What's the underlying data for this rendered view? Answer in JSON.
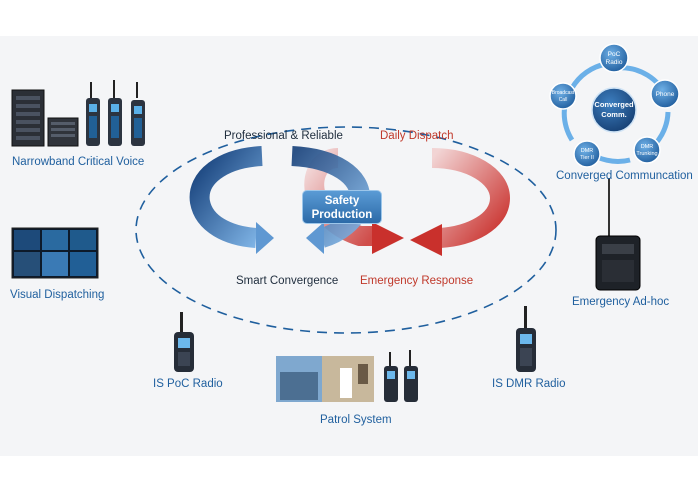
{
  "cycle": {
    "top_left": "Professional & Reliable",
    "top_right": "Daily Dispatch",
    "bottom_left": "Smart Convergence",
    "bottom_right": "Emergency Response",
    "center_line1": "Safety",
    "center_line2": "Production"
  },
  "converged": {
    "center_line1": "Converged",
    "center_line2": "Comm.",
    "nodes": [
      {
        "line1": "PoC",
        "line2": "Radio"
      },
      {
        "line1": "Phone",
        "line2": ""
      },
      {
        "line1": "DMR",
        "line2": "Trunking"
      },
      {
        "line1": "DMR",
        "line2": "Tier II"
      },
      {
        "line1": "Broadcast",
        "line2": "Call"
      }
    ]
  },
  "labels": {
    "narrowband": "Narrowband Critical Voice",
    "converged_comm": "Converged Communcation",
    "visual_dispatching": "Visual Dispatching",
    "emergency_adhoc": "Emergency Ad-hoc",
    "is_poc": "IS PoC Radio",
    "is_dmr": "IS DMR Radio",
    "patrol": "Patrol System"
  },
  "colors": {
    "blue_arrow": "#1f4f8e",
    "red_arrow": "#c9302c",
    "label_blue": "#1f5f9e",
    "ellipse": "#1f5f9e"
  }
}
